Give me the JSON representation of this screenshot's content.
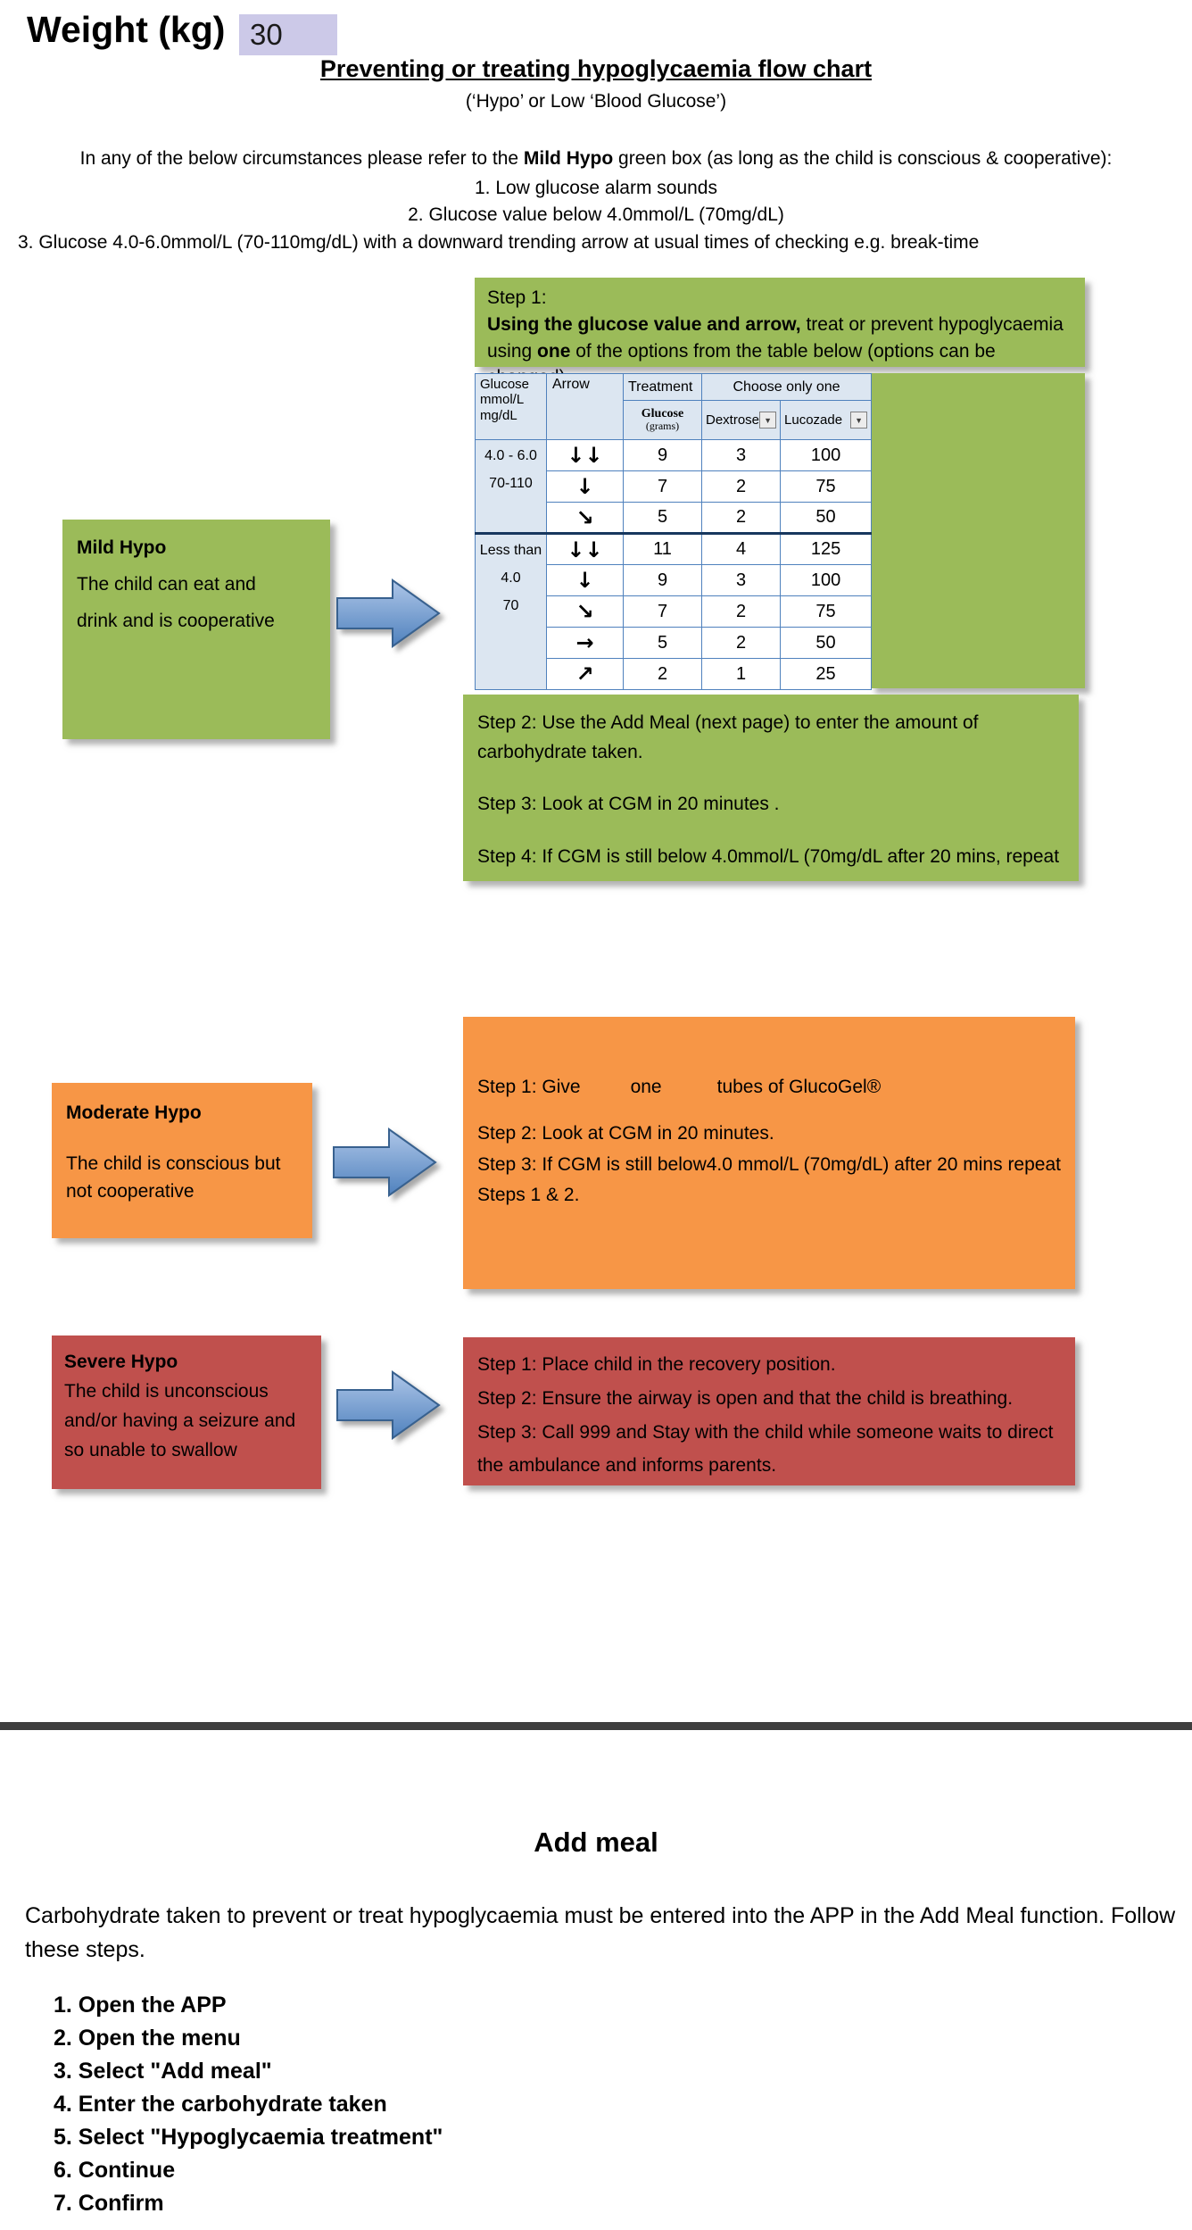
{
  "header": {
    "weight_label": "Weight (kg)",
    "weight_value": "30"
  },
  "icons": {
    "dropdown_arrow": "▼"
  },
  "colors": {
    "green": "#9BBB59",
    "orange": "#F79646",
    "red": "#C0504D",
    "table_border": "#4F81BD",
    "table_header_fill": "#DCE6F1",
    "weight_cell_fill": "#CCC9E8",
    "arrow_blue": "#4F81BD",
    "divider": "#3F3F3F"
  },
  "intro": {
    "title": "Preventing or treating hypoglycaemia flow chart",
    "subtitle": "(‘Hypo’ or Low ‘Blood Glucose’)",
    "lead_rich": [
      {
        "text": "In any of the below circumstances please refer to the "
      },
      {
        "text": "Mild Hypo",
        "bold": true
      },
      {
        "text": " green box (as long as  the child is conscious & cooperative):"
      }
    ],
    "criteria": [
      "1.  Low glucose alarm sounds",
      "2.  Glucose value below 4.0mmol/L (70mg/dL)",
      "3.   Glucose 4.0-6.0mmol/L (70-110mg/dL)  with a downward trending arrow at usual times of checking e.g. break-time"
    ]
  },
  "step1_box": {
    "title": "Step 1:",
    "line1_rich": [
      {
        "text": "Using the glucose value and arrow,",
        "bold": true
      },
      {
        "text": " treat or prevent hypoglycaemia"
      }
    ],
    "line2_rich": [
      {
        "text": "using "
      },
      {
        "text": "one",
        "bold": true
      },
      {
        "text": " of the options from the table below (options can be changed)"
      }
    ]
  },
  "glucose_table": {
    "headers": {
      "col1_lines": [
        "Glucose",
        "mmol/L",
        "mg/dL"
      ],
      "arrow": "Arrow",
      "treatment": "Treatment",
      "choose_only_one": "Choose only one",
      "glucose_sub": [
        "Glucose",
        "(grams)"
      ],
      "dextrose": "Dextrose",
      "lucozade": "Lucozade"
    },
    "groups": [
      {
        "range_lines": [
          "4.0 - 6.0",
          "70-110"
        ],
        "rows": [
          {
            "arrow": "↓↓",
            "glucose": "9",
            "dextrose": "3",
            "lucozade": "100"
          },
          {
            "arrow": "↓",
            "glucose": "7",
            "dextrose": "2",
            "lucozade": "75"
          },
          {
            "arrow": "↘",
            "glucose": "5",
            "dextrose": "2",
            "lucozade": "50"
          }
        ]
      },
      {
        "range_lines": [
          "Less than",
          "4.0",
          "70"
        ],
        "rows": [
          {
            "arrow": "↓↓",
            "glucose": "11",
            "dextrose": "4",
            "lucozade": "125"
          },
          {
            "arrow": "↓",
            "glucose": "9",
            "dextrose": "3",
            "lucozade": "100"
          },
          {
            "arrow": "↘",
            "glucose": "7",
            "dextrose": "2",
            "lucozade": "75"
          },
          {
            "arrow": "→",
            "glucose": "5",
            "dextrose": "2",
            "lucozade": "50"
          },
          {
            "arrow": "↗",
            "glucose": "2",
            "dextrose": "1",
            "lucozade": "25"
          }
        ]
      }
    ]
  },
  "mild": {
    "title": "Mild Hypo",
    "lines": [
      "The child can eat and",
      "drink and is cooperative"
    ],
    "steps": [
      "Step 2: Use the Add Meal (next page) to enter the amount of carbohydrate taken.",
      "Step 3: Look at   CGM in 20 minutes .",
      "Step 4: If CGM   is still below 4.0mmol/L (70mg/dL after 20 mins, repeat"
    ]
  },
  "moderate": {
    "title": "Moderate Hypo",
    "lines": [
      "The child is conscious but",
      "not cooperative"
    ],
    "step1_prefix": "Step 1: Give",
    "step1_value": "one",
    "step1_suffix": "tubes of GlucoGel®",
    "step2": "Step 2: Look at CGM in 20 minutes.",
    "step3": "Step 3: If CGM is still below4.0 mmol/L (70mg/dL) after 20 mins repeat Steps 1 & 2."
  },
  "severe": {
    "title": "Severe Hypo",
    "lines": [
      "The child is unconscious",
      "and/or having a seizure and",
      "so unable to swallow"
    ],
    "steps": [
      "Step 1: Place child in the recovery position.",
      "Step 2: Ensure the airway is open and that the child is breathing.",
      "Step 3: Call 999 and Stay with the child while someone waits to direct the ambulance and informs parents."
    ]
  },
  "add_meal": {
    "heading": "Add meal",
    "paragraph": "Carbohydrate taken to prevent or treat hypoglycaemia must be entered into the APP in the Add Meal function. Follow these steps.",
    "steps": [
      "1.  Open the APP",
      "2.  Open the menu",
      "3.  Select \"Add meal\"",
      "4.  Enter the carbohydrate taken",
      "5.  Select \"Hypoglycaemia treatment\"",
      "6.  Continue",
      "7.  Confirm"
    ]
  }
}
